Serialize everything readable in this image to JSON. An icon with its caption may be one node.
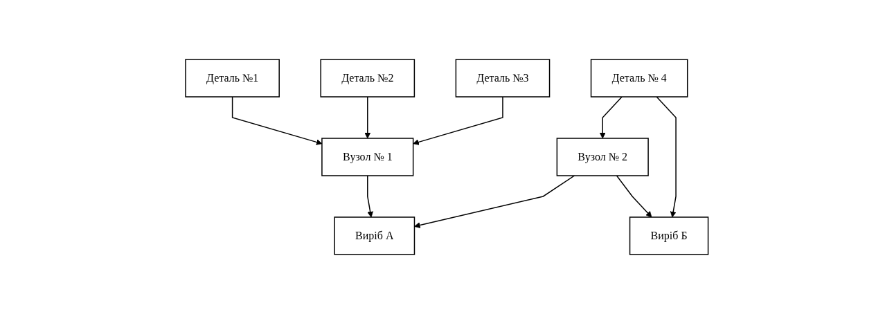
{
  "diagram": {
    "nodes": [
      {
        "text": [
          "Деталь №1"
        ]
      },
      {
        "text": [
          "Деталь №2"
        ]
      },
      {
        "text": [
          "Деталь №3"
        ]
      },
      {
        "text": [
          "Деталь № 4"
        ]
      },
      {
        "text": [
          "Вузол № 1"
        ]
      },
      {
        "text": [
          "Вузол № 2"
        ]
      },
      {
        "text": [
          "Виріб А"
        ]
      },
      {
        "text": [
          "Виріб Б"
        ]
      }
    ],
    "edges": [
      {
        "from": 0,
        "to": 4,
        "arrow": "to"
      },
      {
        "from": 1,
        "to": 4,
        "arrow": "to"
      },
      {
        "from": 2,
        "to": 4,
        "arrow": "to"
      },
      {
        "from": 3,
        "to": 5,
        "arrow": "to"
      },
      {
        "from": 3,
        "to": 7,
        "arrow": "to"
      },
      {
        "from": 4,
        "to": 6,
        "arrow": "to"
      },
      {
        "from": 5,
        "to": 6,
        "arrow": "to"
      },
      {
        "from": 5,
        "to": 7,
        "arrow": "to"
      }
    ]
  }
}
